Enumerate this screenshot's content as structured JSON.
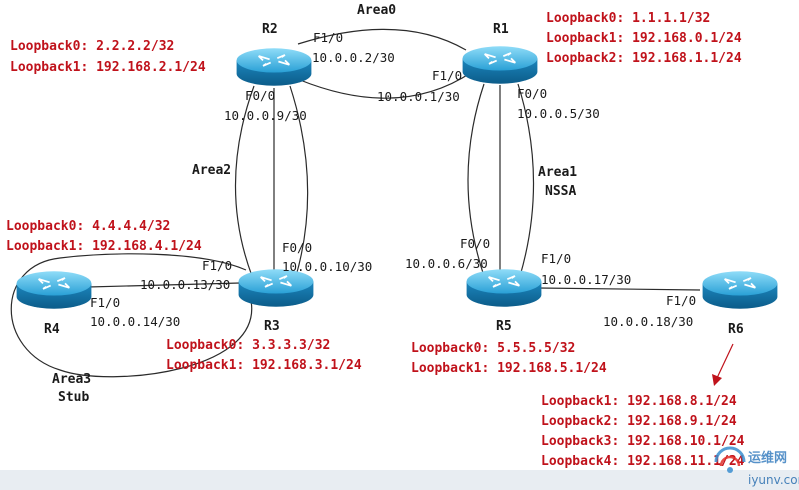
{
  "routers": {
    "r1": {
      "name": "R1",
      "loopbacks": [
        "Loopback0: 1.1.1.1/32",
        "Loopback1: 192.168.0.1/24",
        "Loopback2: 192.168.1.1/24"
      ]
    },
    "r2": {
      "name": "R2",
      "loopbacks": [
        "Loopback0: 2.2.2.2/32",
        "Loopback1: 192.168.2.1/24"
      ]
    },
    "r3": {
      "name": "R3",
      "loopbacks": [
        "Loopback0: 3.3.3.3/32",
        "Loopback1: 192.168.3.1/24"
      ]
    },
    "r4": {
      "name": "R4",
      "loopbacks": [
        "Loopback0: 4.4.4.4/32",
        "Loopback1: 192.168.4.1/24"
      ]
    },
    "r5": {
      "name": "R5",
      "loopbacks": [
        "Loopback0: 5.5.5.5/32",
        "Loopback1: 192.168.5.1/24"
      ]
    },
    "r6": {
      "name": "R6",
      "loopbacks": [
        "Loopback1: 192.168.8.1/24",
        "Loopback2: 192.168.9.1/24",
        "Loopback3: 192.168.10.1/24",
        "Loopback4: 192.168.11.1/24"
      ]
    }
  },
  "areas": {
    "area0": "Area0",
    "area1_line1": "Area1",
    "area1_line2": "NSSA",
    "area2": "Area2",
    "area3_line1": "Area3",
    "area3_line2": "Stub"
  },
  "interfaces": {
    "r2_f10": "F1/0",
    "r2_ip_r1": "10.0.0.2/30",
    "r1_f10": "F1/0",
    "r1_ip_r2": "10.0.0.1/30",
    "r2_f00": "F0/0",
    "r2_ip_r3": "10.0.0.9/30",
    "r1_f00": "F0/0",
    "r1_ip_r5": "10.0.0.5/30",
    "r3_f00": "F0/0",
    "r3_ip_r2": "10.0.0.10/30",
    "r3_f10": "F1/0",
    "r3_ip_r4": "10.0.0.13/30",
    "r4_f10": "F1/0",
    "r4_ip_r3": "10.0.0.14/30",
    "r5_f00": "F0/0",
    "r5_ip_r1": "10.0.0.6/30",
    "r5_f10": "F1/0",
    "r5_ip_r6": "10.0.0.17/30",
    "r6_f10": "F1/0",
    "r6_ip_r5": "10.0.0.18/30"
  },
  "watermark": {
    "text": "iyunv.com",
    "cn": "运维网"
  },
  "colors": {
    "router_body": "#1e8fc4",
    "router_top": "#56c2ee",
    "label_red": "#c0121b"
  }
}
